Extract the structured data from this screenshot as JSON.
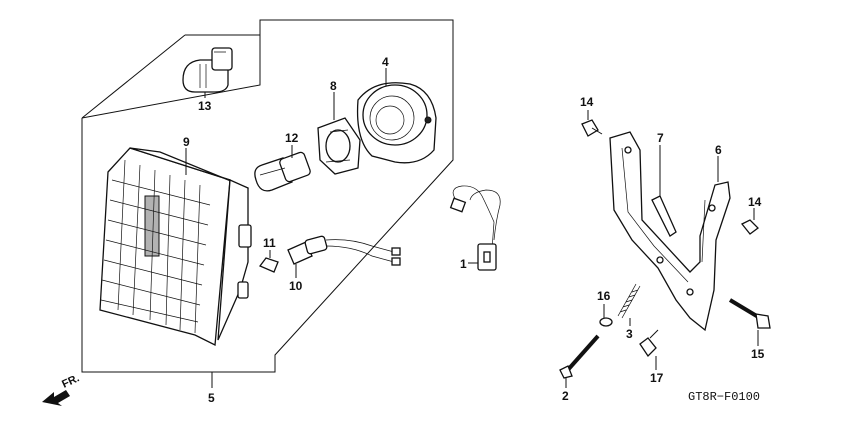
{
  "callouts": {
    "c1": "1",
    "c2": "2",
    "c3": "3",
    "c4": "4",
    "c5": "5",
    "c6": "6",
    "c7": "7",
    "c8": "8",
    "c9": "9",
    "c10": "10",
    "c11": "11",
    "c12": "12",
    "c13": "13",
    "c14a": "14",
    "c14b": "14",
    "c15": "15",
    "c16": "16",
    "c17": "17"
  },
  "diagram_code": "GT8R−F0100",
  "front_label": "FR.",
  "icons": {
    "front_arrow": "front-direction-arrow-icon"
  },
  "colors": {
    "ink": "#111111",
    "background": "#ffffff"
  }
}
